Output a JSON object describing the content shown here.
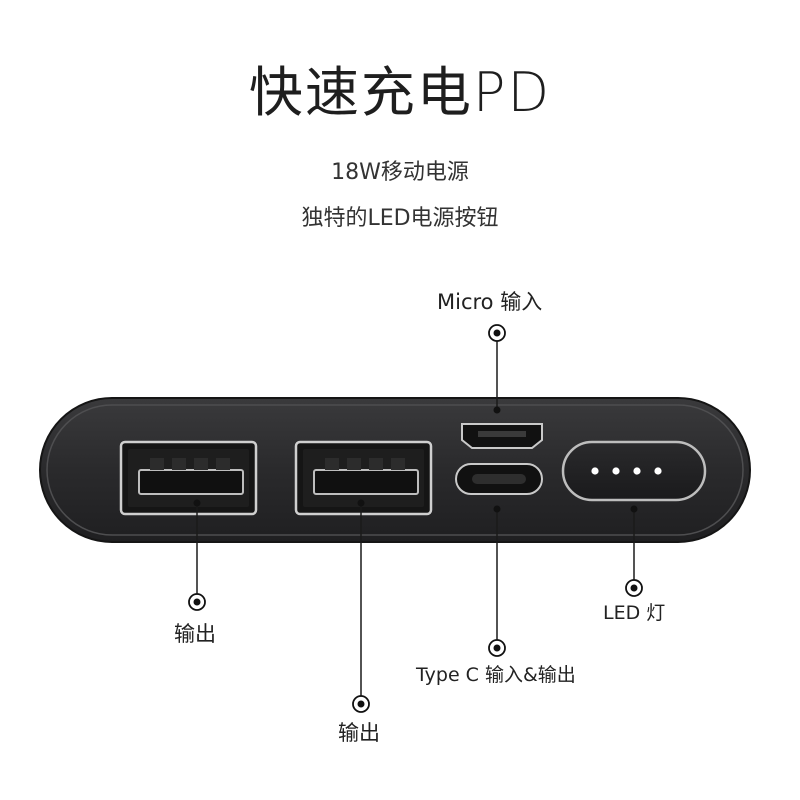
{
  "header": {
    "title": "快速充电PD",
    "subtitle_1": "18W移动电源",
    "subtitle_2": "独特的LED电源按钮"
  },
  "callouts": {
    "micro_input": "Micro 输入",
    "usb_output_1": "输出",
    "usb_output_2": "输出",
    "type_c": "Type C 输入&输出",
    "led": "LED 灯"
  },
  "led_indicator": {
    "dot_count": 4
  },
  "colors": {
    "body": "#2b2b2d",
    "body_edge": "#4a4a4c",
    "port_inner": "#1a1a1a",
    "port_trim": "#d8d8d8",
    "led_dot": "#ffffff"
  }
}
